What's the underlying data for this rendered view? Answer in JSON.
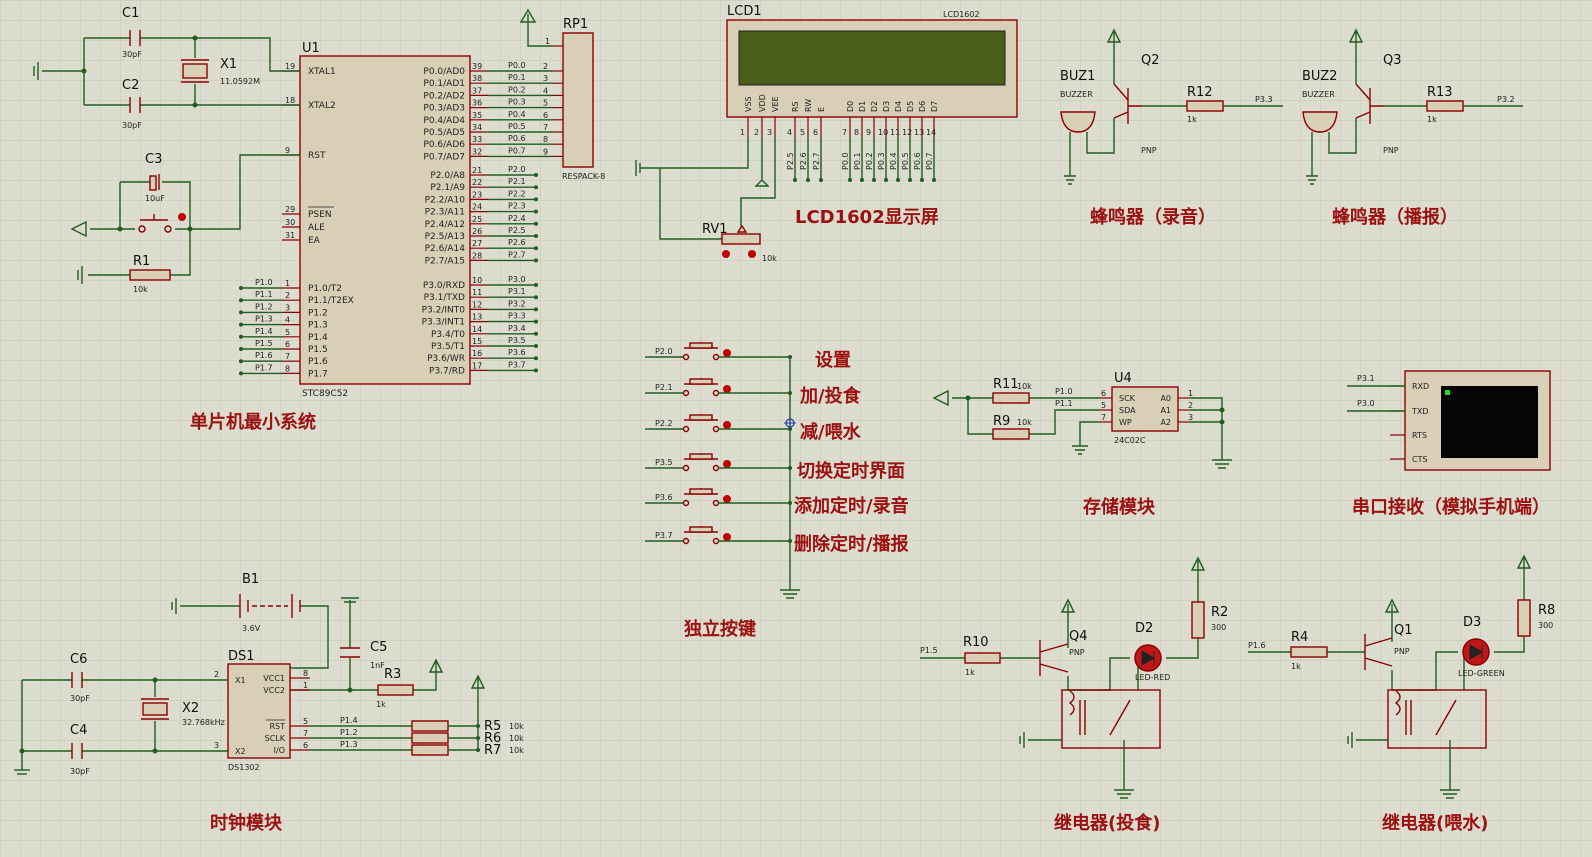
{
  "sections": {
    "mcu": "单片机最小系统",
    "lcd": "LCD1602显示屏",
    "buz_record": "蜂鸣器（录音）",
    "buz_play": "蜂鸣器（播报）",
    "keys": "独立按键",
    "storage": "存储模块",
    "serial": "串口接收（模拟手机端）",
    "clock": "时钟模块",
    "relay_feed": "继电器(投食)",
    "relay_water": "继电器(喂水)"
  },
  "buttons": [
    {
      "net": "P2.0",
      "label": "设置"
    },
    {
      "net": "P2.1",
      "label": "加/投食"
    },
    {
      "net": "P2.2",
      "label": "减/喂水"
    },
    {
      "net": "P3.5",
      "label": "切换定时界面"
    },
    {
      "net": "P3.6",
      "label": "添加定时/录音"
    },
    {
      "net": "P3.7",
      "label": "删除定时/播报"
    }
  ],
  "mcu": {
    "ref": "U1",
    "part": "STC89C52",
    "left_pins": [
      {
        "num": "19",
        "name": "XTAL1"
      },
      {
        "num": "18",
        "name": "XTAL2"
      },
      {
        "num": "9",
        "name": "RST"
      },
      {
        "num": "29",
        "name": "PSEN"
      },
      {
        "num": "30",
        "name": "ALE"
      },
      {
        "num": "31",
        "name": "EA"
      }
    ],
    "p1_pins": [
      {
        "num": "1",
        "name": "P1.0/T2",
        "net": "P1.0"
      },
      {
        "num": "2",
        "name": "P1.1/T2EX",
        "net": "P1.1"
      },
      {
        "num": "3",
        "name": "P1.2",
        "net": "P1.2"
      },
      {
        "num": "4",
        "name": "P1.3",
        "net": "P1.3"
      },
      {
        "num": "5",
        "name": "P1.4",
        "net": "P1.4"
      },
      {
        "num": "6",
        "name": "P1.5",
        "net": "P1.5"
      },
      {
        "num": "7",
        "name": "P1.6",
        "net": "P1.6"
      },
      {
        "num": "8",
        "name": "P1.7",
        "net": "P1.7"
      }
    ],
    "p0_pins": [
      {
        "num": "39",
        "name": "P0.0/AD0",
        "net": "P0.0",
        "rp": "2"
      },
      {
        "num": "38",
        "name": "P0.1/AD1",
        "net": "P0.1",
        "rp": "3"
      },
      {
        "num": "37",
        "name": "P0.2/AD2",
        "net": "P0.2",
        "rp": "4"
      },
      {
        "num": "36",
        "name": "P0.3/AD3",
        "net": "P0.3",
        "rp": "5"
      },
      {
        "num": "35",
        "name": "P0.4/AD4",
        "net": "P0.4",
        "rp": "6"
      },
      {
        "num": "34",
        "name": "P0.5/AD5",
        "net": "P0.5",
        "rp": "7"
      },
      {
        "num": "33",
        "name": "P0.6/AD6",
        "net": "P0.6",
        "rp": "8"
      },
      {
        "num": "32",
        "name": "P0.7/AD7",
        "net": "P0.7",
        "rp": "9"
      }
    ],
    "p2_pins": [
      {
        "num": "21",
        "name": "P2.0/A8",
        "net": "P2.0"
      },
      {
        "num": "22",
        "name": "P2.1/A9",
        "net": "P2.1"
      },
      {
        "num": "23",
        "name": "P2.2/A10",
        "net": "P2.2"
      },
      {
        "num": "24",
        "name": "P2.3/A11",
        "net": "P2.3"
      },
      {
        "num": "25",
        "name": "P2.4/A12",
        "net": "P2.4"
      },
      {
        "num": "26",
        "name": "P2.5/A13",
        "net": "P2.5"
      },
      {
        "num": "27",
        "name": "P2.6/A14",
        "net": "P2.6"
      },
      {
        "num": "28",
        "name": "P2.7/A15",
        "net": "P2.7"
      }
    ],
    "p3_pins": [
      {
        "num": "10",
        "name": "P3.0/RXD",
        "net": "P3.0"
      },
      {
        "num": "11",
        "name": "P3.1/TXD",
        "net": "P3.1"
      },
      {
        "num": "12",
        "name": "P3.2/INT0",
        "net": "P3.2"
      },
      {
        "num": "13",
        "name": "P3.3/INT1",
        "net": "P3.3"
      },
      {
        "num": "14",
        "name": "P3.4/T0",
        "net": "P3.4"
      },
      {
        "num": "15",
        "name": "P3.5/T1",
        "net": "P3.5"
      },
      {
        "num": "16",
        "name": "P3.6/WR",
        "net": "P3.6"
      },
      {
        "num": "17",
        "name": "P3.7/RD",
        "net": "P3.7"
      }
    ]
  },
  "rp1": {
    "ref": "RP1",
    "part": "RESPACK-8",
    "pin1": "1"
  },
  "crystal": {
    "c1": "C1",
    "c1v": "30pF",
    "c2": "C2",
    "c2v": "30pF",
    "x1": "X1",
    "x1v": "11.0592M"
  },
  "reset": {
    "c3": "C3",
    "c3v": "10uF",
    "r1": "R1",
    "r1v": "10k"
  },
  "lcd": {
    "ref": "LCD1",
    "part": "LCD1602",
    "pins": [
      {
        "name": "VSS",
        "num": "1",
        "net": ""
      },
      {
        "name": "VDD",
        "num": "2",
        "net": ""
      },
      {
        "name": "VEE",
        "num": "3",
        "net": ""
      },
      {
        "name": "RS",
        "num": "4",
        "net": "P2.5"
      },
      {
        "name": "RW",
        "num": "5",
        "net": "P2.6"
      },
      {
        "name": "E",
        "num": "6",
        "net": "P2.7"
      },
      {
        "name": "D0",
        "num": "7",
        "net": "P0.0"
      },
      {
        "name": "D1",
        "num": "8",
        "net": "P0.1"
      },
      {
        "name": "D2",
        "num": "9",
        "net": "P0.2"
      },
      {
        "name": "D3",
        "num": "10",
        "net": "P0.3"
      },
      {
        "name": "D4",
        "num": "11",
        "net": "P0.4"
      },
      {
        "name": "D5",
        "num": "12",
        "net": "P0.5"
      },
      {
        "name": "D6",
        "num": "13",
        "net": "P0.6"
      },
      {
        "name": "D7",
        "num": "14",
        "net": "P0.7"
      }
    ],
    "rv": "RV1",
    "rvv": "10k"
  },
  "buz1": {
    "buz": "BUZ1",
    "buzv": "BUZZER",
    "q": "Q2",
    "qv": "PNP",
    "r": "R12",
    "rv": "1k",
    "net": "P3.3"
  },
  "buz2": {
    "buz": "BUZ2",
    "buzv": "BUZZER",
    "q": "Q3",
    "qv": "PNP",
    "r": "R13",
    "rv": "1k",
    "net": "P3.2"
  },
  "eeprom": {
    "ref": "U4",
    "part": "24C02C",
    "left": [
      {
        "num": "6",
        "name": "SCK"
      },
      {
        "num": "5",
        "name": "SDA"
      },
      {
        "num": "7",
        "name": "WP"
      }
    ],
    "right": [
      {
        "num": "1",
        "name": "A0"
      },
      {
        "num": "2",
        "name": "A1"
      },
      {
        "num": "3",
        "name": "A2"
      }
    ],
    "r11": "R11",
    "r11v": "10k",
    "r9": "R9",
    "r9v": "10k",
    "n1": "P1.0",
    "n2": "P1.1"
  },
  "terminal": {
    "pins": [
      "RXD",
      "TXD",
      "RTS",
      "CTS"
    ],
    "n1": "P3.1",
    "n2": "P3.0"
  },
  "clock": {
    "b1": "B1",
    "b1v": "3.6V",
    "c5": "C5",
    "c5v": "1nF",
    "r3": "R3",
    "r3v": "1k",
    "c6": "C6",
    "c6v": "30pF",
    "c4": "C4",
    "c4v": "30pF",
    "x2": "X2",
    "x2v": "32.768kHz",
    "ds": "DS1",
    "dsp": "DS1302",
    "left": [
      {
        "num": "2",
        "name": "X1"
      },
      {
        "num": "3",
        "name": "X2"
      }
    ],
    "right": [
      {
        "num": "8",
        "name": "VCC1"
      },
      {
        "num": "1",
        "name": "VCC2"
      },
      {
        "num": "5",
        "name": "RST"
      },
      {
        "num": "7",
        "name": "SCLK"
      },
      {
        "num": "6",
        "name": "I/O"
      }
    ],
    "nets": [
      "P1.4",
      "P1.2",
      "P1.3"
    ],
    "rpull": [
      {
        "ref": "R5",
        "v": "10k"
      },
      {
        "ref": "R6",
        "v": "10k"
      },
      {
        "ref": "R7",
        "v": "10k"
      }
    ]
  },
  "relay_feed": {
    "r10": "R10",
    "r10v": "1k",
    "net": "P1.5",
    "q": "Q4",
    "qv": "PNP",
    "d": "D2",
    "dv": "LED-RED",
    "r2": "R2",
    "r2v": "300"
  },
  "relay_water": {
    "r4": "R4",
    "r4v": "1k",
    "net": "P1.6",
    "q": "Q1",
    "qv": "PNP",
    "d": "D3",
    "dv": "LED-GREEN",
    "r8": "R8",
    "r8v": "300"
  },
  "colors": {
    "grid": "#c8c8b8",
    "background": "#dcdccf",
    "wire": "#1f5e1f",
    "component": "#8b0000",
    "section_label": "#9b1010",
    "lcd_screen": "#4a5e1a",
    "led_red": "#c01818"
  }
}
